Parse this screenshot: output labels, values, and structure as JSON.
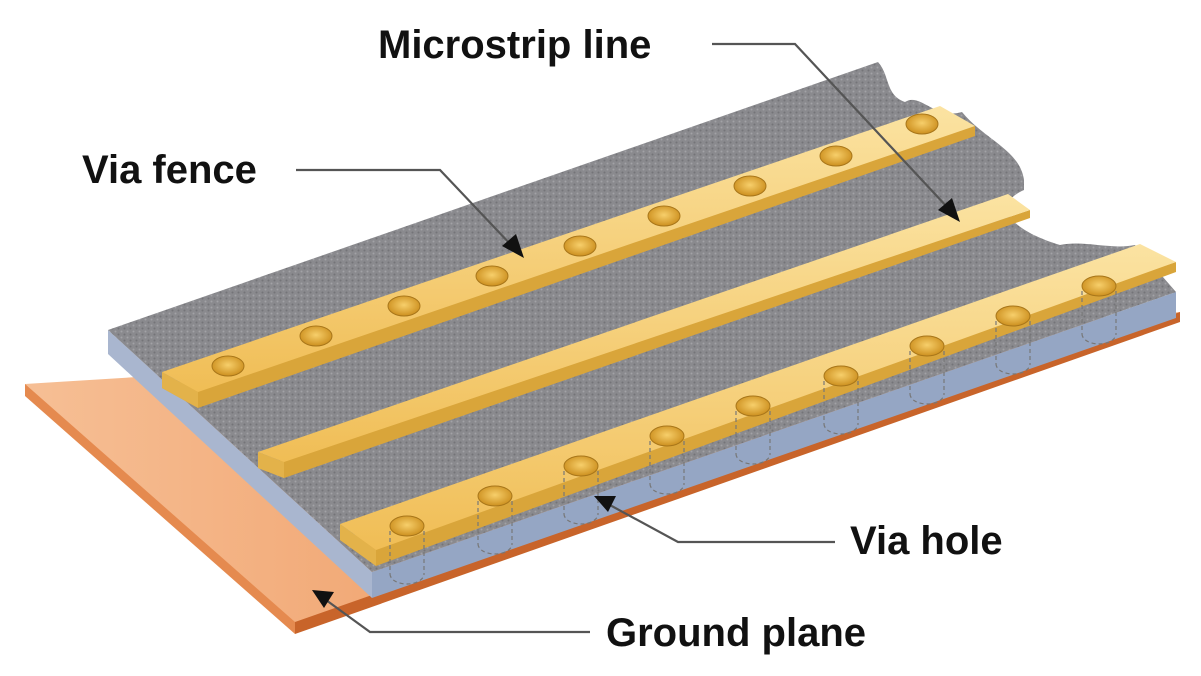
{
  "labels": {
    "microstrip_line": "Microstrip line",
    "via_fence": "Via fence",
    "via_hole": "Via hole",
    "ground_plane": "Ground plane"
  },
  "colors": {
    "ground_plane": "#f0a06a",
    "ground_plane_edge": "#c8642a",
    "substrate_top": "#8a8a8e",
    "substrate_side": "#9aaac6",
    "conductor": "#f4c860",
    "conductor_light": "#fbe3a2",
    "conductor_side": "#d9a53a",
    "leader_line": "#555555",
    "label_text": "#111111"
  },
  "structure": {
    "top_fence_vias": 9,
    "bottom_fence_vias": 9
  }
}
